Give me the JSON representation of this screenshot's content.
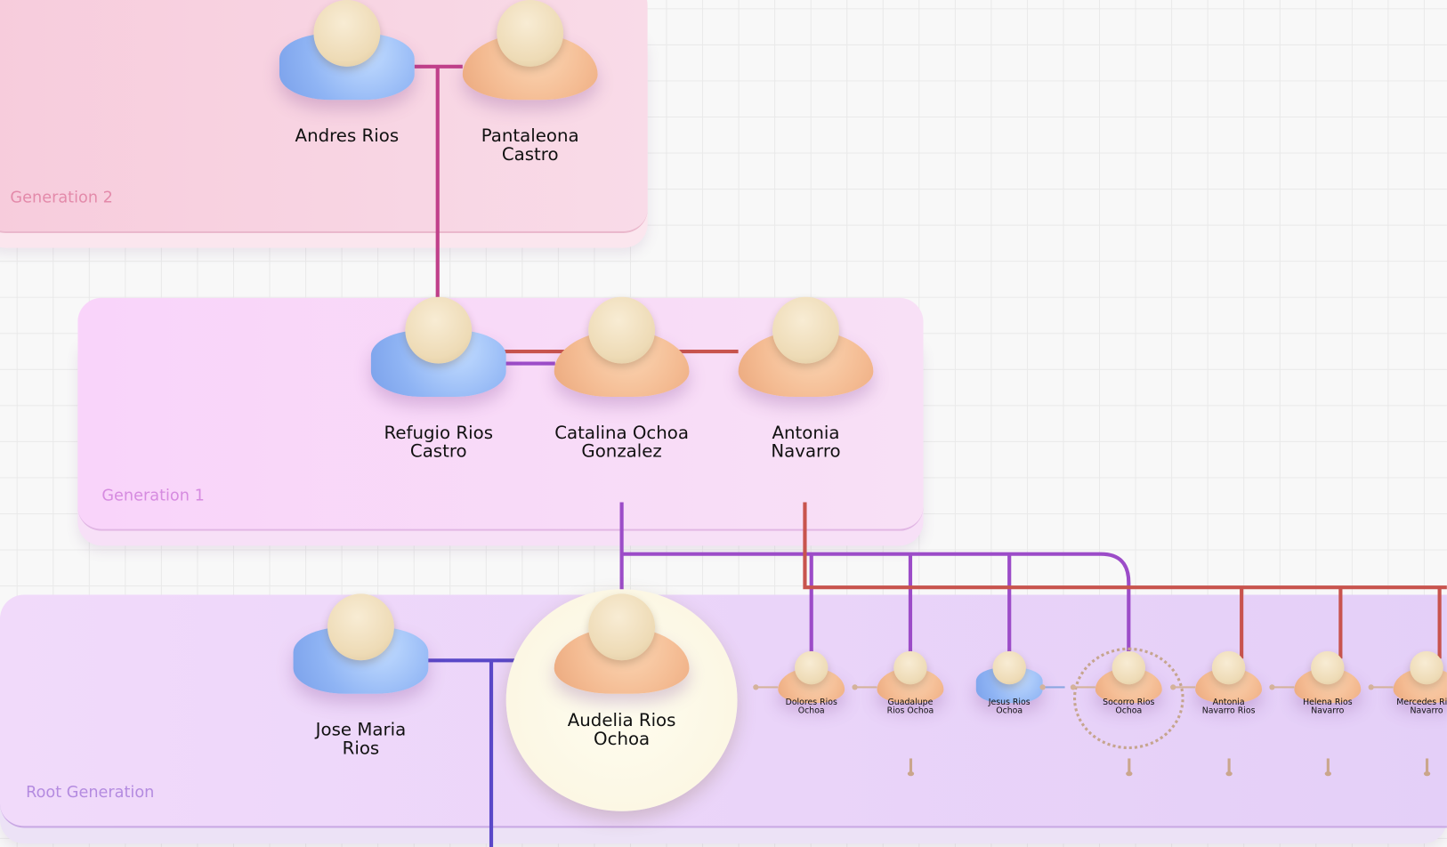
{
  "colors": {
    "gen2_panel": "#f7d4e3",
    "gen1_panel": "#f8d9f8",
    "root_panel": "#ead6fa",
    "male": "#8fb4f4",
    "female": "#f4bb92",
    "couple_line": "#c0408a",
    "spouse_red": "#c8544e",
    "spouse_purple": "#9c4cc8",
    "root_couple": "#5a48c8"
  },
  "generations": [
    {
      "label": "Generation 2",
      "people": [
        {
          "name": "Andres Rios",
          "sex": "male"
        },
        {
          "name": "Pantaleona\nCastro",
          "sex": "female"
        }
      ]
    },
    {
      "label": "Generation 1",
      "people": [
        {
          "name": "Refugio Rios\nCastro",
          "sex": "male"
        },
        {
          "name": "Catalina Ochoa\nGonzalez",
          "sex": "female"
        },
        {
          "name": "Antonia\nNavarro",
          "sex": "female"
        }
      ]
    },
    {
      "label": "Root Generation",
      "people": [
        {
          "name": "Jose Maria\nRios",
          "sex": "male"
        },
        {
          "name": "Audelia Rios\nOchoa",
          "sex": "female",
          "selected": true
        }
      ],
      "children": [
        {
          "name": "Dolores Rios\nOchoa",
          "sex": "female",
          "has_descendants": false
        },
        {
          "name": "Guadalupe\nRios Ochoa",
          "sex": "female",
          "has_descendants": true
        },
        {
          "name": "Jesus Rios\nOchoa",
          "sex": "male",
          "has_descendants": false
        },
        {
          "name": "Socorro Rios\nOchoa",
          "sex": "female",
          "has_descendants": true,
          "highlighted": true
        },
        {
          "name": "Antonia\nNavarro Rios",
          "sex": "female",
          "has_descendants": true
        },
        {
          "name": "Helena Rios\nNavarro",
          "sex": "female",
          "has_descendants": true
        },
        {
          "name": "Mercedes Rios\nNavarro",
          "sex": "female",
          "has_descendants": true
        }
      ]
    }
  ]
}
